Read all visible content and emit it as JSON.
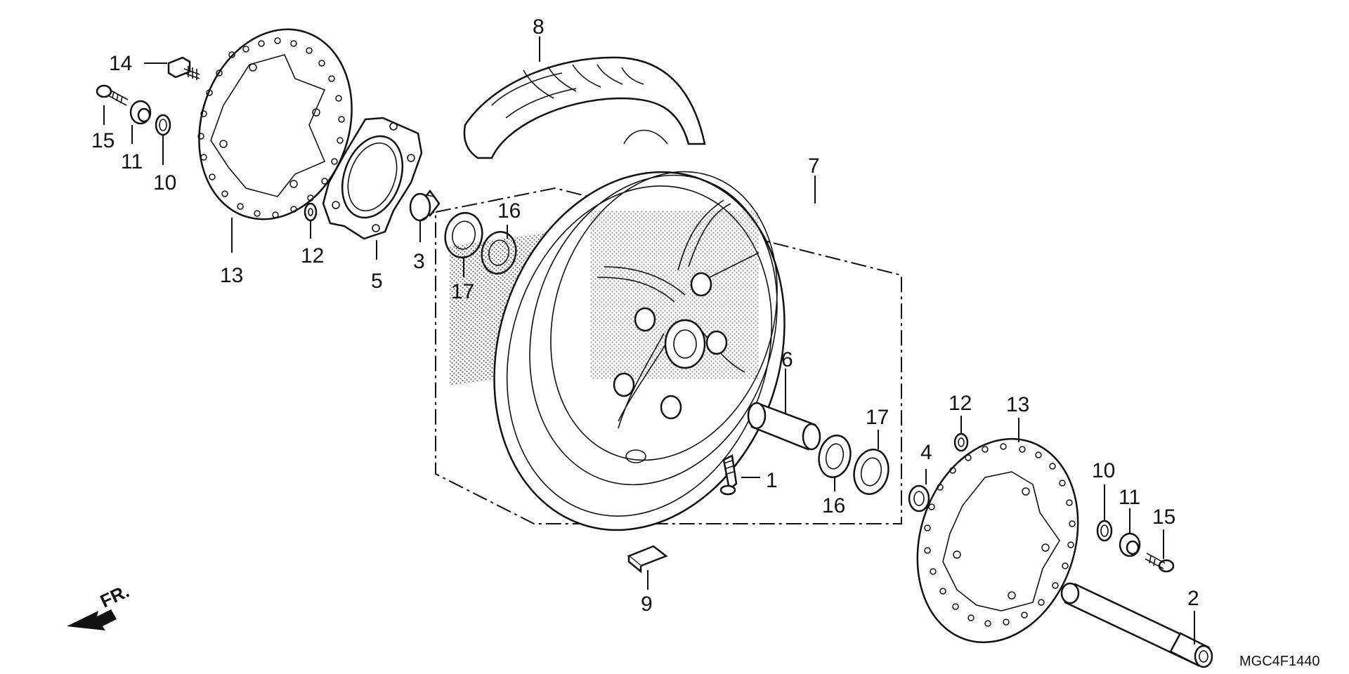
{
  "diagram": {
    "code": "MGC4F1440",
    "direction_label": "FR.",
    "callouts": [
      "1",
      "2",
      "3",
      "4",
      "5",
      "6",
      "7",
      "8",
      "9",
      "10",
      "10",
      "11",
      "11",
      "12",
      "12",
      "13",
      "13",
      "14",
      "15",
      "15",
      "16",
      "16",
      "17",
      "17"
    ]
  },
  "colors": {
    "ink": "#111111",
    "paper": "#ffffff"
  }
}
